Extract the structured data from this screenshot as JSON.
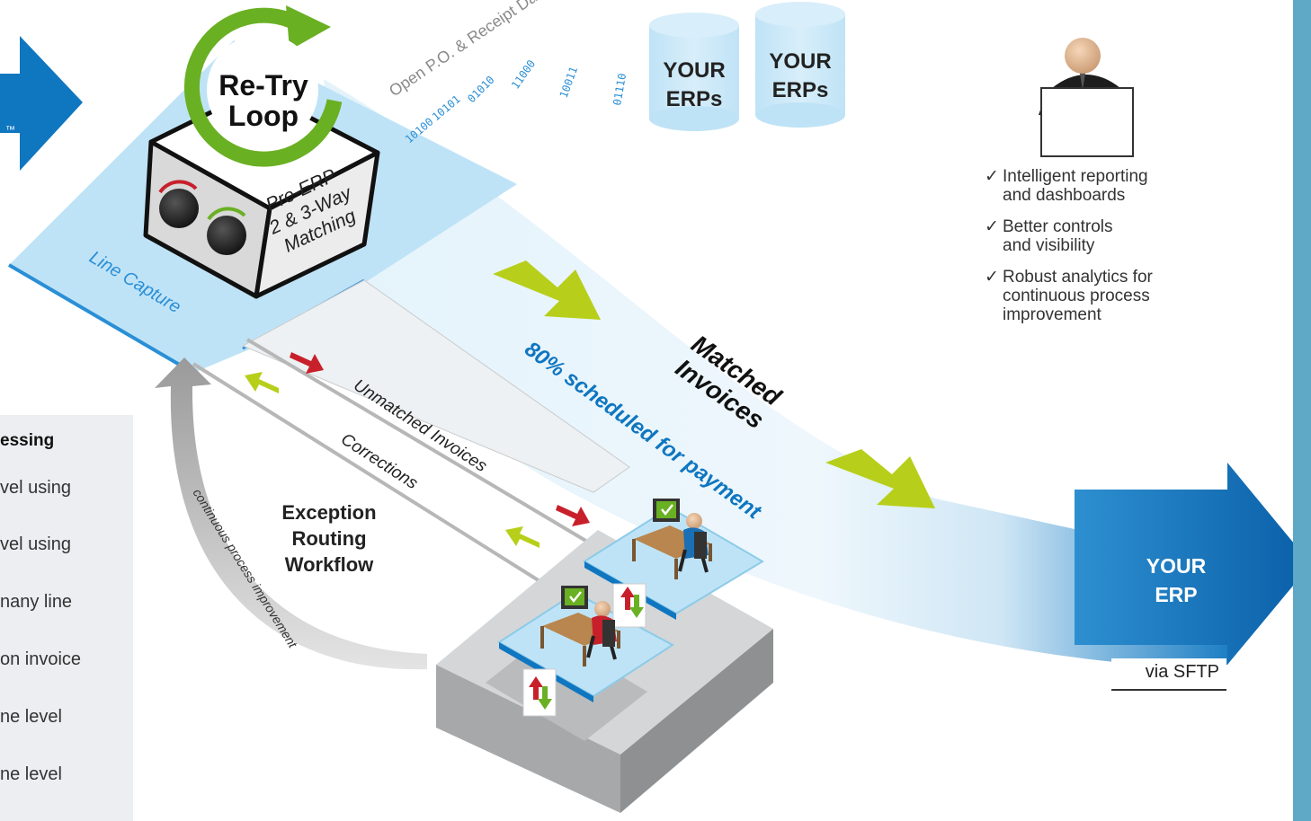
{
  "retry_loop": {
    "line1": "Re-Try",
    "line2": "Loop"
  },
  "matching_box": {
    "line1": "Pre-ERP",
    "line2": "2 & 3-Way",
    "line3": "Matching"
  },
  "line_capture": "Line Capture",
  "open_po_label": "Open P.O. & Receipt Data",
  "binary_groups": [
    "10100",
    "10101",
    "01010",
    "11000",
    "10011",
    "01110"
  ],
  "erp_left": {
    "line1": "YOUR",
    "line2": "ERPs"
  },
  "erp_right": {
    "line1": "YOUR",
    "line2": "ERPs"
  },
  "left_arrow_mark": "™",
  "matched": {
    "line1": "Matched",
    "line2": "Invoices"
  },
  "scheduled": "80% scheduled for payment",
  "unmatched": "Unmatched Invoices",
  "corrections": "Corrections",
  "exception": {
    "line1": "Exception",
    "line2": "Routing",
    "line3": "Workflow"
  },
  "cpi": "continuous process improvement",
  "your_erp": {
    "line1": "YOUR",
    "line2": "ERP"
  },
  "via_sftp": "via SFTP",
  "benefits": [
    {
      "line1": "Intelligent reporting",
      "line2": "and dashboards"
    },
    {
      "line1": "Better controls",
      "line2": "and visibility"
    },
    {
      "line1": "Robust analytics for",
      "line2": "continuous process",
      "line3": "improvement"
    }
  ],
  "check_mark": "✓",
  "left_panel": {
    "heading": "essing",
    "rows": [
      "vel using",
      "vel using",
      "nany line",
      "on invoice",
      "ne level",
      "ne level"
    ]
  },
  "colors": {
    "blue": "#0f76c0",
    "light_blue": "#bfe3f6",
    "lime": "#b7cf1a",
    "green": "#6ab023",
    "red": "#c8202b",
    "teal_strip": "#5fa8c6"
  }
}
